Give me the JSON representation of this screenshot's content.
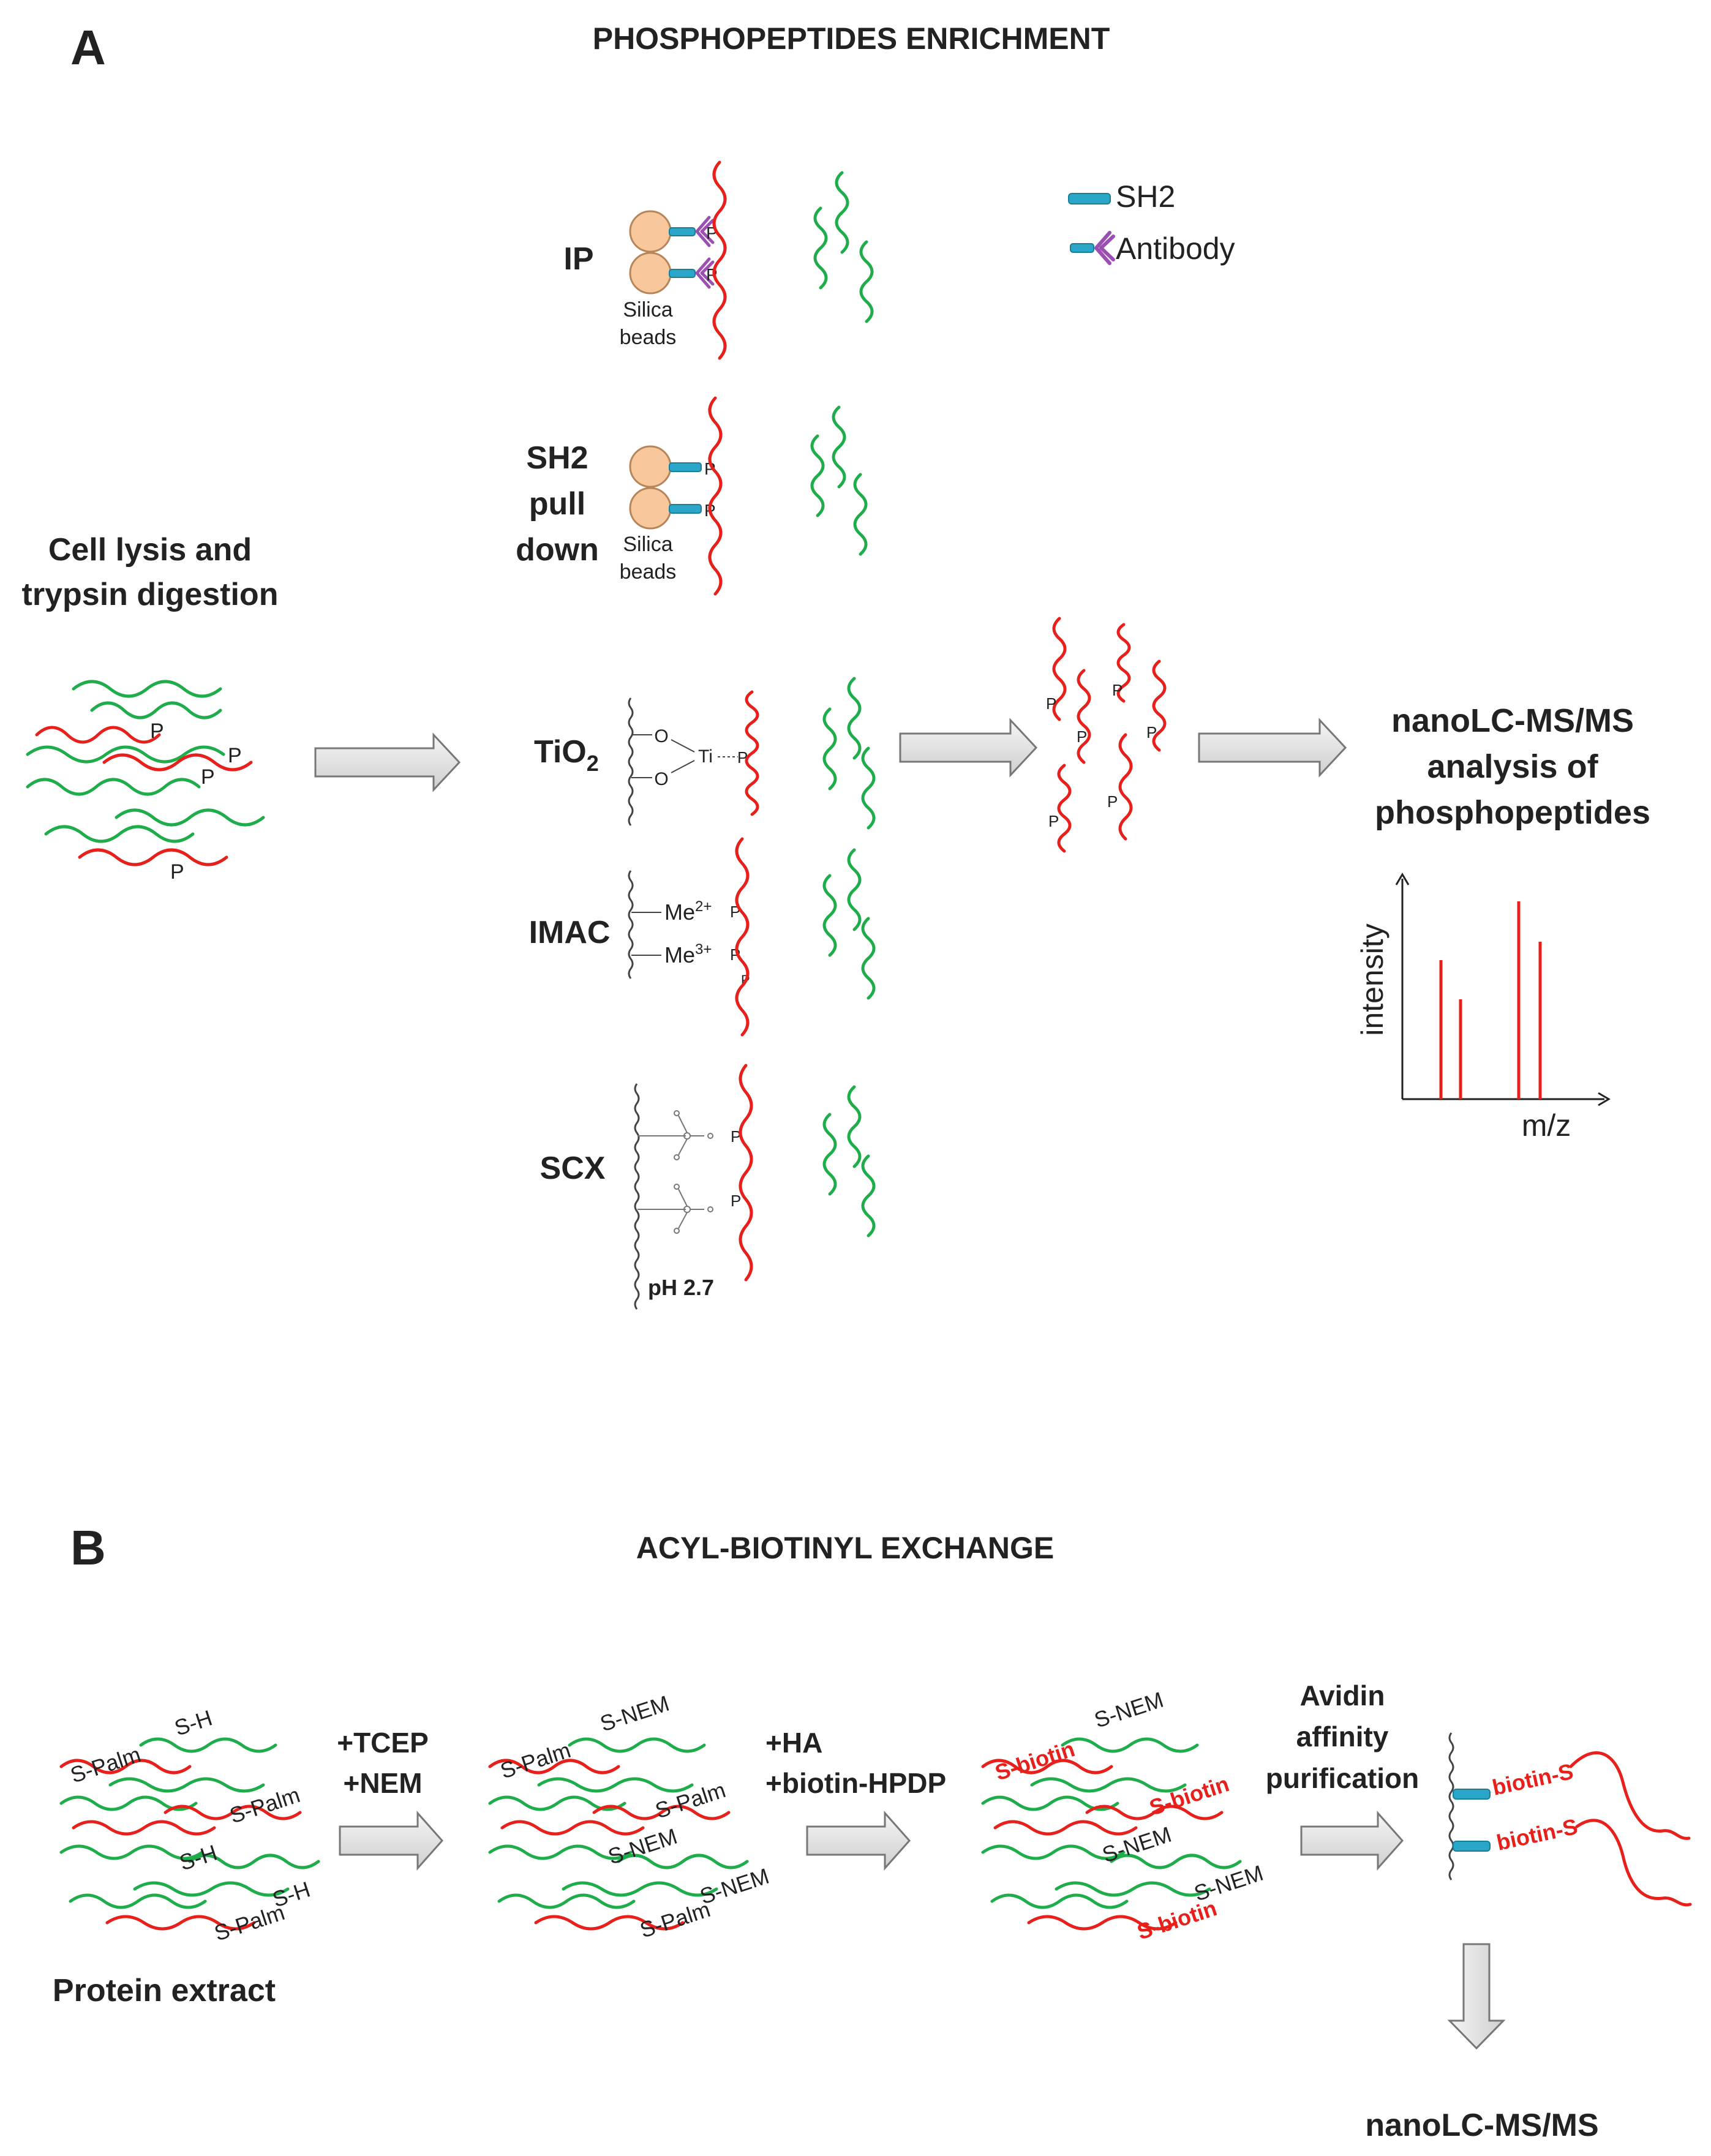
{
  "colors": {
    "red": "#e8201b",
    "green": "#1fad4b",
    "teal": "#2aa6c8",
    "purple": "#9c4fb3",
    "bead": "#f8c79b",
    "arrow": "#e2e2e2"
  },
  "panelA": {
    "letter": "A",
    "title": "PHOSPHOPEPTIDES ENRICHMENT",
    "input_label_1": "Cell lysis and",
    "input_label_2": "trypsin digestion",
    "legend": {
      "sh2": "SH2",
      "antibody": "Antibody"
    },
    "phospho_mark": "P",
    "methods": {
      "ip": "IP",
      "sh2_1": "SH2",
      "sh2_2": "pull",
      "sh2_3": "down",
      "tio2": "TiO",
      "tio2_sub": "2",
      "imac": "IMAC",
      "scx": "SCX"
    },
    "beads_1": "Silica",
    "beads_2": "beads",
    "tio2_chem": {
      "o": "O",
      "ti": "Ti"
    },
    "imac_chem": {
      "me2": "Me",
      "me2_sup": "2+",
      "me3": "Me",
      "me3_sup": "3+"
    },
    "scx_ph": "pH 2.7",
    "output_1": "nanoLC-MS/MS",
    "output_2": "analysis of",
    "output_3": "phosphopeptides",
    "spectrum": {
      "ylabel": "intensity",
      "xlabel": "m/z"
    }
  },
  "panelB": {
    "letter": "B",
    "title": "ACYL-BIOTINYL EXCHANGE",
    "input_label": "Protein extract",
    "step1_1": "+TCEP",
    "step1_2": "+NEM",
    "step2_1": "+HA",
    "step2_2": "+biotin-HPDP",
    "step3_1": "Avidin",
    "step3_2": "affinity",
    "step3_3": "purification",
    "labels": {
      "sh": "S-H",
      "spalm": "S-Palm",
      "snem": "S-NEM",
      "sbiotin": "S-biotin",
      "biotins": "biotin-S"
    },
    "output": "nanoLC-MS/MS"
  }
}
